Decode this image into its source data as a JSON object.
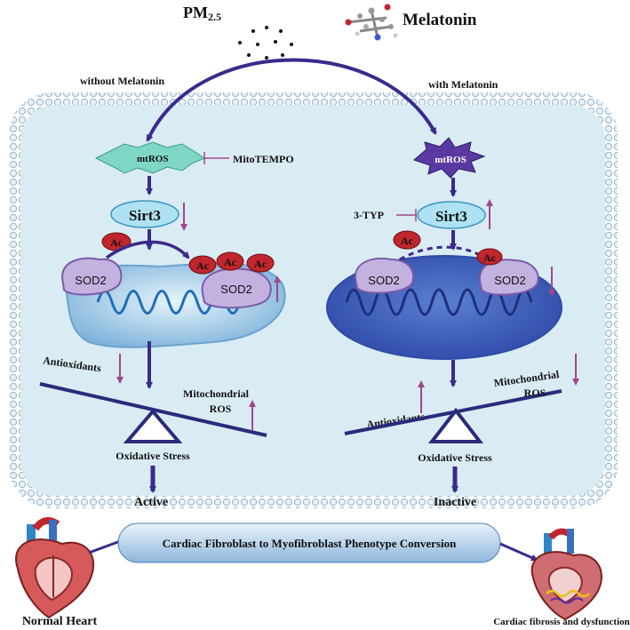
{
  "title": {
    "pm_main": "PM",
    "pm_sub": "2.5",
    "melatonin": "Melatonin"
  },
  "paths": {
    "left": "without Melatonin",
    "right": "with Melatonin"
  },
  "left": {
    "mtros": "mtROS",
    "inhibitor": "MitoTEMPO",
    "sirt3": "Sirt3",
    "ac": "Ac",
    "sod2": "SOD2",
    "antioxidants": "Antioxidants",
    "mito_ros_1": "Mitochondrial",
    "mito_ros_2": "ROS",
    "stress": "Oxidative Stress",
    "status": "Active"
  },
  "right": {
    "mtros": "mtROS",
    "inhibitor": "3-TYP",
    "sirt3": "Sirt3",
    "ac": "Ac",
    "sod2": "SOD2",
    "antioxidants": "Antioxidants",
    "mito_ros_1": "Mitochondrial",
    "mito_ros_2": "ROS",
    "stress": "Oxidative Stress",
    "status": "Inactive"
  },
  "conversion": "Cardiac Fibroblast to Myofibroblast Phenotype Conversion",
  "hearts": {
    "normal": "Normal Heart",
    "fibrosis": "Cardiac fibrosis and dysfunction"
  },
  "colors": {
    "arrow": "#3b2a8c",
    "up_down": "#a0468e",
    "cell": "#d9ecf3",
    "ac": "#c0262c",
    "sod2": "#b7a2d6"
  }
}
